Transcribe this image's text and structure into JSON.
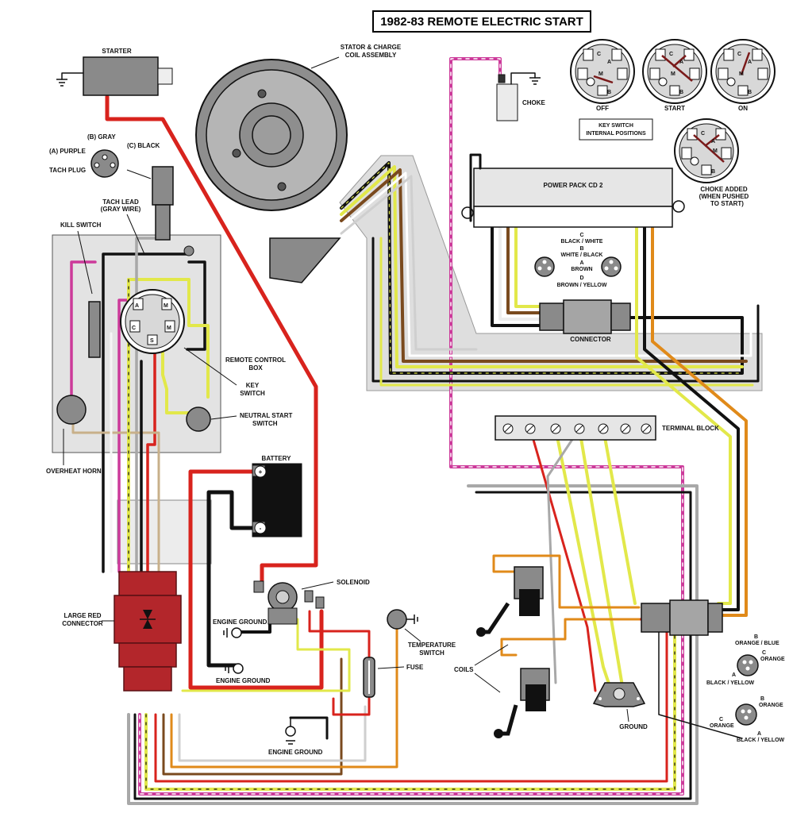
{
  "title": "1982-83 REMOTE ELECTRIC START",
  "labels": {
    "starter": "STARTER",
    "stator_1": "STATOR & CHARGE",
    "stator_2": "COIL ASSEMBLY",
    "choke": "CHOKE",
    "tach_gray": "(B) GRAY",
    "tach_purple": "(A) PURPLE",
    "tach_black": "(C) BLACK",
    "tach_plug": "TACH PLUG",
    "tach_lead_1": "TACH LEAD",
    "tach_lead_2": "(GRAY WIRE)",
    "kill_switch": "KILL SWITCH",
    "remote_box_1": "REMOTE CONTROL",
    "remote_box_2": "BOX",
    "key_switch_1": "KEY",
    "key_switch_2": "SWITCH",
    "neutral_1": "NEUTRAL START",
    "neutral_2": "SWITCH",
    "overheat_horn": "OVERHEAT HORN",
    "battery": "BATTERY",
    "solenoid": "SOLENOID",
    "engine_ground_1": "ENGINE GROUND",
    "engine_ground_2": "ENGINE GROUND",
    "engine_ground_3": "ENGINE GROUND",
    "large_red_1": "LARGE RED",
    "large_red_2": "CONNECTOR",
    "temp_1": "TEMPERATURE",
    "temp_2": "SWITCH",
    "fuse": "FUSE",
    "coils": "COILS",
    "ground": "GROUND",
    "power_pack": "POWER PACK CD 2",
    "connector": "CONNECTOR",
    "terminal_block": "TERMINAL BLOCK",
    "key_internal_1": "KEY SWITCH",
    "key_internal_2": "INTERNAL POSITIONS",
    "choke_added_1": "CHOKE ADDED",
    "choke_added_2": "(WHEN PUSHED",
    "choke_added_3": "TO START)",
    "off": "OFF",
    "start": "START",
    "on": "ON",
    "pp_c": "C",
    "pp_black_white": "BLACK / WHITE",
    "pp_b": "B",
    "pp_white_black": "WHITE / BLACK",
    "pp_a": "A",
    "pp_brown": "BROWN",
    "pp_d": "D",
    "pp_brown_yellow": "BROWN / YELLOW",
    "orange_blue": "ORANGE / BLUE",
    "orange_1": "ORANGE",
    "orange_2": "ORANGE",
    "orange_3": "ORANGE",
    "black_yellow_1": "BLACK / YELLOW",
    "black_yellow_2": "BLACK / YELLOW",
    "pin_a1": "A",
    "pin_b1": "B",
    "pin_c1": "C",
    "pin_a2": "A",
    "pin_b2": "B",
    "pin_c2": "C"
  },
  "key_pins": {
    "m": "M",
    "a": "A",
    "b": "B",
    "c": "C",
    "s": "S"
  },
  "battery_terminals": {
    "pos": "+",
    "neg": "-"
  },
  "colors": {
    "red": "#d8231d",
    "black": "#111111",
    "magenta": "#cc3a9a",
    "yellow": "#e2e84a",
    "gray": "#a8a8a8",
    "brown": "#7a4a1e",
    "orange": "#e08a1a",
    "blue": "#3b3bd6",
    "panel": "#e3e3e3",
    "component": "#8a8a8a",
    "connector_red": "#b3262b"
  }
}
